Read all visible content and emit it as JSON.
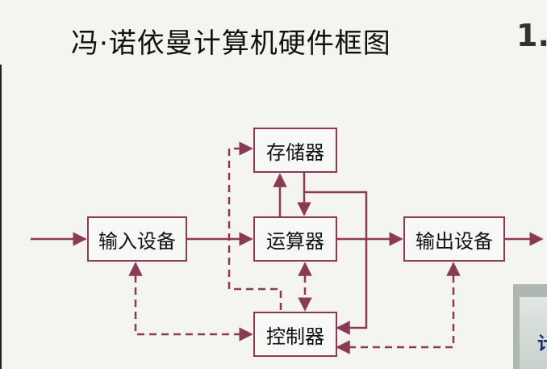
{
  "slide": {
    "title": "冯·诺依曼计算机硬件框图",
    "section_number": "1.",
    "inset_glyph": "计"
  },
  "diagram": {
    "line_color": "#8a3a55",
    "nodes": {
      "memory": "存储器",
      "alu": "运算器",
      "input": "输入设备",
      "output": "输出设备",
      "control": "控制器"
    }
  }
}
